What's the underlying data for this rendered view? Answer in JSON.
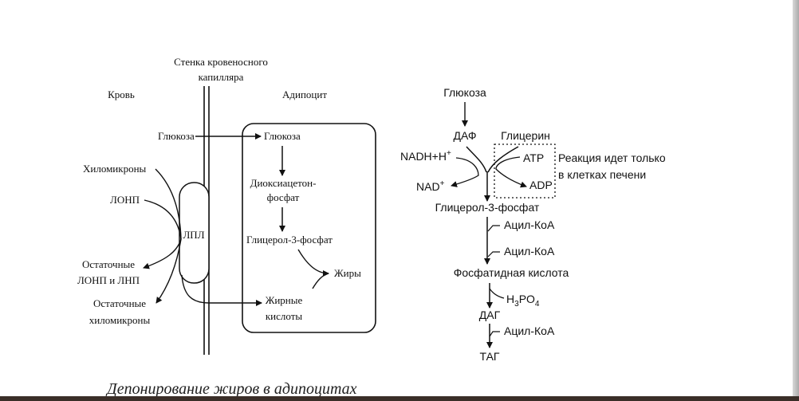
{
  "left": {
    "wall_label_1": "Стенка кровеносного",
    "wall_label_2": "капилляра",
    "blood": "Кровь",
    "adipocyte": "Адипоцит",
    "glucose_in": "Глюкоза",
    "glucose_cell": "Глюкоза",
    "dhap_1": "Диоксиацетон-",
    "dhap_2": "фосфат",
    "g3p": "Глицерол-3-фосфат",
    "chylomicrons": "Хиломикроны",
    "vldl": "ЛОНП",
    "lpl": "ЛПЛ",
    "residual_vldl_1": "Остаточные",
    "residual_vldl_2": "ЛОНП и ЛНП",
    "residual_chylo_1": "Остаточные",
    "residual_chylo_2": "хиломикроны",
    "fats": "Жиры",
    "fatty_acids_1": "Жирные",
    "fatty_acids_2": "кислоты"
  },
  "right": {
    "glucose": "Глюкоза",
    "dap": "ДАФ",
    "glycerol": "Глицерин",
    "nadh": "NADH+H",
    "nadh_sup": "+",
    "nad": "NAD",
    "nad_sup": "+",
    "atp": "ATP",
    "adp": "ADP",
    "note_1": "Реакция идет только",
    "note_2": "в клетках печени",
    "g3p": "Глицерол-3-фосфат",
    "acyl_coa_1": "Ацил-КоА",
    "acyl_coa_2": "Ацил-КоА",
    "phosphatidic": "Фосфатидная кислота",
    "h3po4_h": "H",
    "h3po4_3": "3",
    "h3po4_po": "PO",
    "h3po4_4": "4",
    "dag": "ДАГ",
    "acyl_coa_3": "Ацил-КоА",
    "tag": "ТАГ"
  },
  "caption": "Депонирование жиров в адипоцитах"
}
